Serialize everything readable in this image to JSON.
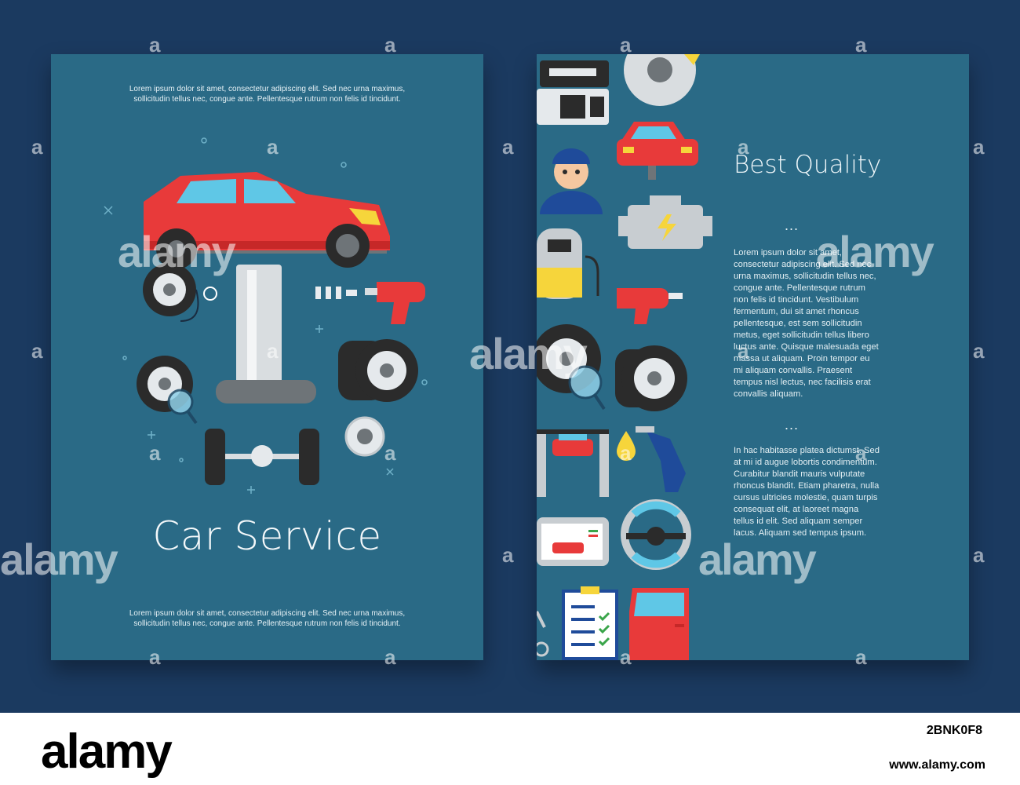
{
  "left_card": {
    "top_text": "Lorem ipsum dolor sit amet, consectetur adipiscing elit. Sed nec urna maximus, sollicitudin tellus nec, congue ante. Pellentesque rutrum non felis id tincidunt.",
    "title": "Car Service",
    "bottom_text": "Lorem ipsum dolor sit amet, consectetur adipiscing elit. Sed nec urna maximus, sollicitudin tellus nec, congue ante. Pellentesque rutrum non felis id tincidunt."
  },
  "right_card": {
    "title": "Best Quality",
    "dots": "...",
    "para1": "Lorem ipsum dolor sit amet, consectetur adipiscing elit. Sed nec urna maximus, sollicitudin tellus nec, congue ante. Pellentesque rutrum non felis id tincidunt. Vestibulum fermentum, dui sit amet rhoncus pellentesque, est sem sollicitudin metus, eget sollicitudin tellus libero luctus ante. Quisque malesuada eget massa ut aliquam. Proin tempor eu mi aliquam convallis. Praesent tempus nisl lectus, nec facilisis erat convallis aliquam.",
    "para2": "In hac habitasse platea dictumst. Sed at mi id augue lobortis condimentum. Curabitur blandit mauris vulputate rhoncus blandit. Etiam pharetra, nulla cursus ultricies molestie, quam turpis consequat elit, at laoreet magna tellus id elit. Sed aliquam semper lacus. Aliquam sed tempus ipsum."
  },
  "watermark": {
    "brand": "alamy",
    "mark": "a"
  },
  "footer": {
    "logo": "alamy",
    "image_id": "2BNK0F8",
    "url": "www.alamy.com"
  },
  "colors": {
    "card": "#2a6a86",
    "background": "#1b3a60",
    "car_red": "#e83a3a",
    "tire": "#2b2b2b"
  },
  "icons": [
    "car-on-lift-icon",
    "wheel-icon",
    "wheel-with-magnifier-icon",
    "tire-stack-icon",
    "impact-wrench-icon",
    "axle-icon",
    "rim-icon",
    "radio-icon",
    "brake-disc-icon",
    "mechanic-icon",
    "engine-icon",
    "fuel-pump-icon",
    "fuel-nozzle-icon",
    "steering-wheel-icon",
    "diagnostic-screen-icon",
    "checklist-icon",
    "car-door-icon",
    "two-post-lift-icon"
  ]
}
